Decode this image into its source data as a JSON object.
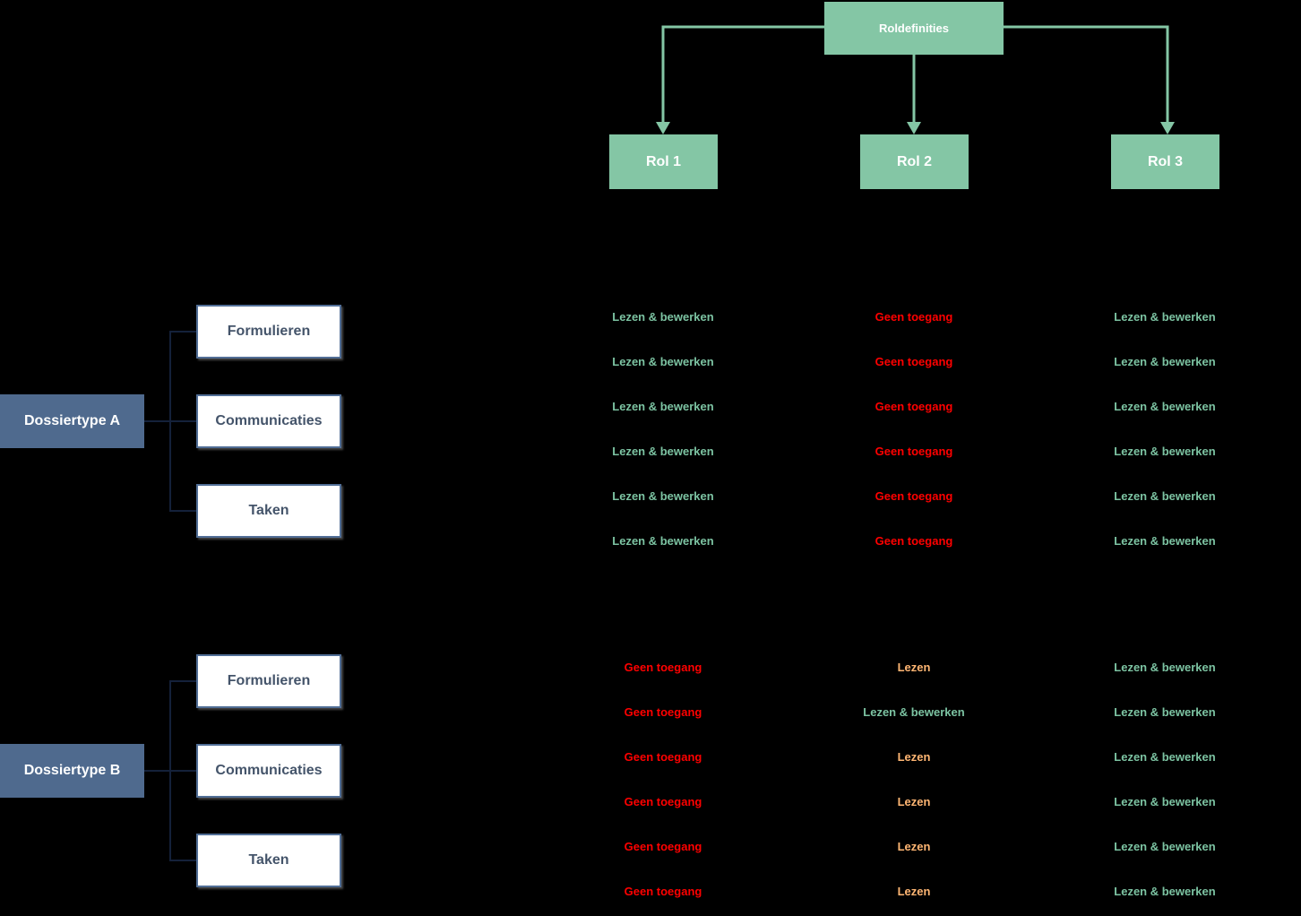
{
  "colors": {
    "green-fill": "#84C6A5",
    "green-text": "#7CC3A2",
    "red-text": "#FF0000",
    "orange-text": "#FFB673",
    "slate-fill": "#4F6A8E",
    "border-blue": "#516E96",
    "category-text": "#44546A",
    "dark-connector": "#14213A"
  },
  "header": {
    "title": "Roldefinities"
  },
  "roles": [
    {
      "label": "Rol 1"
    },
    {
      "label": "Rol 2"
    },
    {
      "label": "Rol 3"
    }
  ],
  "dossier_a": {
    "label": "Dossiertype A",
    "categories": [
      {
        "label": "Formulieren"
      },
      {
        "label": "Communicaties"
      },
      {
        "label": "Taken"
      }
    ],
    "rows": [
      {
        "cells": [
          {
            "text": "Lezen & bewerken",
            "color": "green"
          },
          {
            "text": "Geen toegang",
            "color": "red"
          },
          {
            "text": "Lezen & bewerken",
            "color": "green"
          }
        ]
      },
      {
        "cells": [
          {
            "text": "Lezen & bewerken",
            "color": "green"
          },
          {
            "text": "Geen toegang",
            "color": "red"
          },
          {
            "text": "Lezen & bewerken",
            "color": "green"
          }
        ]
      },
      {
        "cells": [
          {
            "text": "Lezen & bewerken",
            "color": "green"
          },
          {
            "text": "Geen toegang",
            "color": "red"
          },
          {
            "text": "Lezen & bewerken",
            "color": "green"
          }
        ]
      },
      {
        "cells": [
          {
            "text": "Lezen & bewerken",
            "color": "green"
          },
          {
            "text": "Geen toegang",
            "color": "red"
          },
          {
            "text": "Lezen & bewerken",
            "color": "green"
          }
        ]
      },
      {
        "cells": [
          {
            "text": "Lezen & bewerken",
            "color": "green"
          },
          {
            "text": "Geen toegang",
            "color": "red"
          },
          {
            "text": "Lezen & bewerken",
            "color": "green"
          }
        ]
      },
      {
        "cells": [
          {
            "text": "Lezen & bewerken",
            "color": "green"
          },
          {
            "text": "Geen toegang",
            "color": "red"
          },
          {
            "text": "Lezen & bewerken",
            "color": "green"
          }
        ]
      }
    ]
  },
  "dossier_b": {
    "label": "Dossiertype B",
    "categories": [
      {
        "label": "Formulieren"
      },
      {
        "label": "Communicaties"
      },
      {
        "label": "Taken"
      }
    ],
    "rows": [
      {
        "cells": [
          {
            "text": "Geen toegang",
            "color": "red"
          },
          {
            "text": "Lezen",
            "color": "orange"
          },
          {
            "text": "Lezen & bewerken",
            "color": "green"
          }
        ]
      },
      {
        "cells": [
          {
            "text": "Geen toegang",
            "color": "red"
          },
          {
            "text": "Lezen & bewerken",
            "color": "green"
          },
          {
            "text": "Lezen & bewerken",
            "color": "green"
          }
        ]
      },
      {
        "cells": [
          {
            "text": "Geen toegang",
            "color": "red"
          },
          {
            "text": "Lezen",
            "color": "orange"
          },
          {
            "text": "Lezen & bewerken",
            "color": "green"
          }
        ]
      },
      {
        "cells": [
          {
            "text": "Geen toegang",
            "color": "red"
          },
          {
            "text": "Lezen",
            "color": "orange"
          },
          {
            "text": "Lezen & bewerken",
            "color": "green"
          }
        ]
      },
      {
        "cells": [
          {
            "text": "Geen toegang",
            "color": "red"
          },
          {
            "text": "Lezen",
            "color": "orange"
          },
          {
            "text": "Lezen & bewerken",
            "color": "green"
          }
        ]
      },
      {
        "cells": [
          {
            "text": "Geen toegang",
            "color": "red"
          },
          {
            "text": "Lezen",
            "color": "orange"
          },
          {
            "text": "Lezen & bewerken",
            "color": "green"
          }
        ]
      }
    ]
  }
}
